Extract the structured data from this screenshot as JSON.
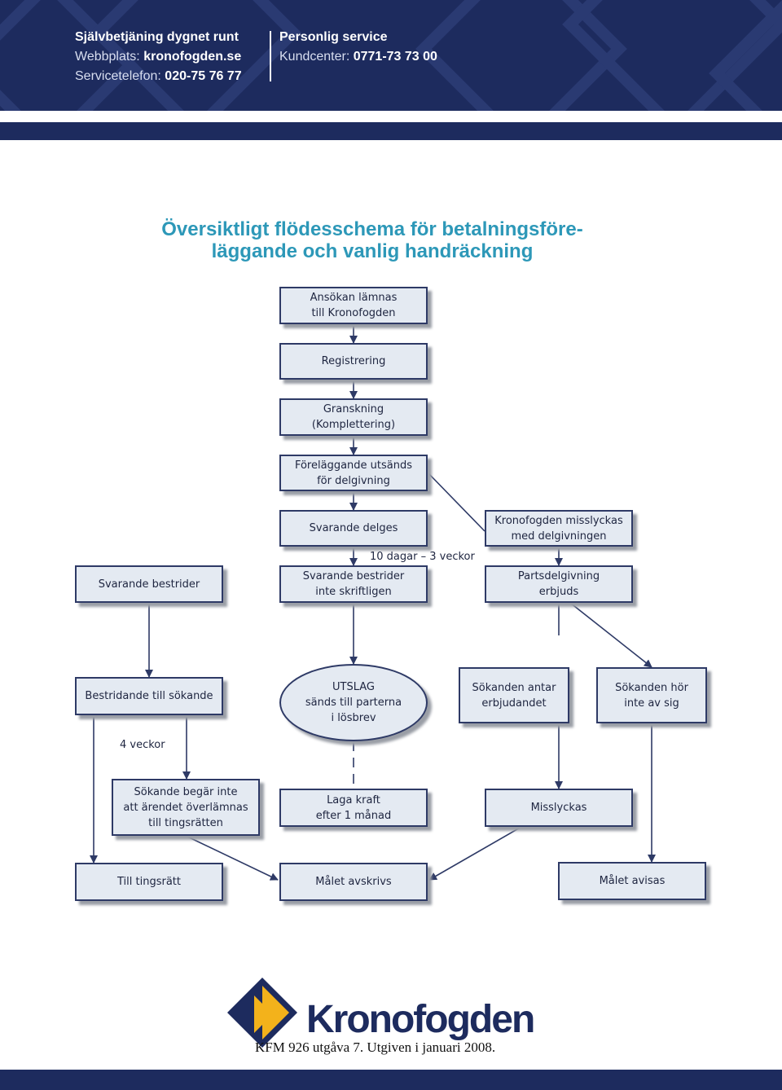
{
  "header": {
    "left": {
      "heading": "Självbetjäning dygnet runt",
      "web_label": "Webbplats:",
      "web_value": "kronofogden.se",
      "phone_label": "Servicetelefon:",
      "phone_value": "020-75 76 77"
    },
    "right": {
      "heading": "Personlig service",
      "center_label": "Kundcenter:",
      "center_value": "0771-73 73 00"
    }
  },
  "title": {
    "line1": "Översiktligt flödesschema för betalningsföre-",
    "line2": "läggande och vanlig handräckning"
  },
  "flow": {
    "ansokan": "Ansökan lämnas\ntill Kronofogden",
    "registrering": "Registrering",
    "granskning": "Granskning\n(Komplettering)",
    "forelaggande": "Föreläggande utsänds\nför delgivning",
    "svarande_delges": "Svarande delges",
    "misslyckas_delgivning": "Kronofogden misslyckas\nmed delgivningen",
    "tid_10dagar": "10 dagar – 3 veckor",
    "svarande_bestrider": "Svarande bestrider",
    "inte_skriftligen": "Svarande bestrider\ninte skriftligen",
    "partsdelgivning": "Partsdelgivning\nerbjuds",
    "bestridande": "Bestridande till sökande",
    "utslag": "UTSLAG\nsänds till parterna\ni lösbrev",
    "antar": "Sökanden antar\nerbjudandet",
    "hor_inte": "Sökanden hör\ninte av sig",
    "tid_4veckor": "4 veckor",
    "begar_inte": "Sökande begär inte\natt ärendet överlämnas\ntill tingsrätten",
    "laga_kraft": "Laga kraft\nefter 1 månad",
    "misslyckas": "Misslyckas",
    "tingsratt": "Till tingsrätt",
    "avskrivs": "Målet avskrivs",
    "avisas": "Målet avisas"
  },
  "logo": {
    "name": "Kronofogden"
  },
  "footer": {
    "note": "KFM 926 utgåva 7. Utgiven i januari 2008."
  },
  "colors": {
    "navy": "#1d2b5e",
    "title_teal": "#2d98b8",
    "box_fill": "#e4eaf2",
    "logo_yellow": "#f3b21b"
  }
}
